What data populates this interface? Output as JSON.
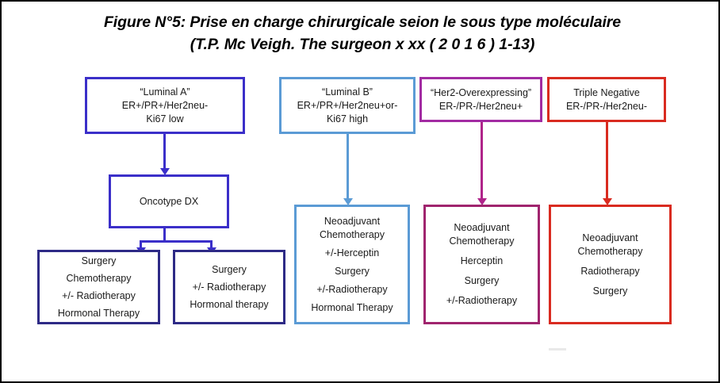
{
  "figure": {
    "title_line1": "Figure N°5: Prise en charge chirurgicale seion le sous type moléculaire",
    "title_line2": "(T.P. Mc Veigh. The surgeon x xx ( 2 0 1 6 ) 1-13)"
  },
  "colors": {
    "luminal_a": "#3b2fc9",
    "luminal_b": "#5b9bd5",
    "her2": "#a22ba2",
    "her2_treatment": "#a0246e",
    "triple_negative": "#d92b20",
    "oncotype": "#3b2fc9",
    "treatment_navy": "#2e2a86",
    "frame": "#000000"
  },
  "subtypes": [
    {
      "id": "luminal-a",
      "lines": [
        "“Luminal A”",
        "ER+/PR+/Her2neu-",
        "Ki67 low"
      ]
    },
    {
      "id": "luminal-b",
      "lines": [
        "“Luminal B”",
        "ER+/PR+/Her2neu+or-",
        "Ki67 high"
      ]
    },
    {
      "id": "her2-overexpressing",
      "lines": [
        "“Her2-Overexpressing”",
        "ER-/PR-/Her2neu+"
      ]
    },
    {
      "id": "triple-negative",
      "lines": [
        "Triple Negative",
        "ER-/PR-/Her2neu-"
      ]
    }
  ],
  "intermediate": {
    "oncotype": {
      "label": "Oncotype DX"
    }
  },
  "treatments": [
    {
      "id": "luminal-a-low-risk",
      "lines": [
        "Surgery",
        "Chemotherapy",
        "+/- Radiotherapy",
        "Hormonal Therapy"
      ]
    },
    {
      "id": "luminal-a-high-risk",
      "lines": [
        "Surgery",
        "+/- Radiotherapy",
        "Hormonal therapy"
      ]
    },
    {
      "id": "luminal-b-treatment",
      "lines": [
        "Neoadjuvant",
        "Chemotherapy",
        "+/-Herceptin",
        "Surgery",
        "+/-Radiotherapy",
        "Hormonal Therapy"
      ]
    },
    {
      "id": "her2-treatment",
      "lines": [
        "Neoadjuvant",
        "Chemotherapy",
        "Herceptin",
        "Surgery",
        "+/-Radiotherapy"
      ]
    },
    {
      "id": "triple-negative-treatment",
      "lines": [
        "Neoadjuvant",
        "Chemotherapy",
        "Radiotherapy",
        "Surgery"
      ]
    }
  ]
}
